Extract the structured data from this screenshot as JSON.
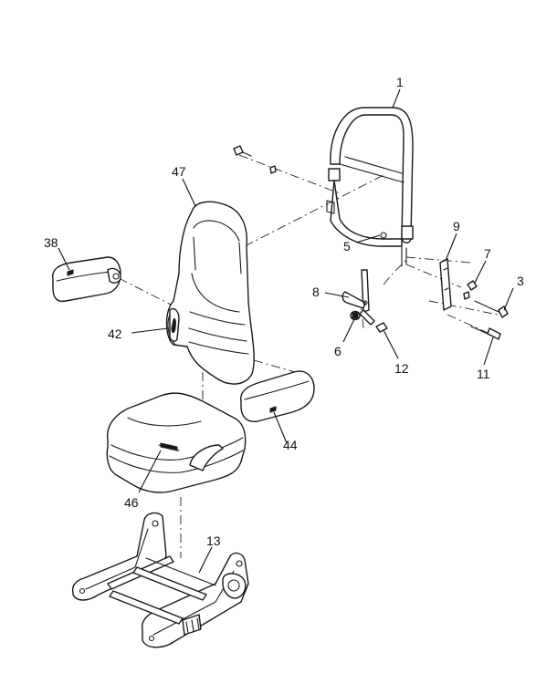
{
  "diagram": {
    "callouts": [
      {
        "id": "1"
      },
      {
        "id": "3"
      },
      {
        "id": "5"
      },
      {
        "id": "6"
      },
      {
        "id": "7"
      },
      {
        "id": "8"
      },
      {
        "id": "9"
      },
      {
        "id": "11"
      },
      {
        "id": "12"
      },
      {
        "id": "13"
      },
      {
        "id": "38"
      },
      {
        "id": "42"
      },
      {
        "id": "44"
      },
      {
        "id": "46"
      },
      {
        "id": "47"
      }
    ]
  },
  "colors": {
    "line": "#1a1a1a",
    "background": "#ffffff"
  }
}
